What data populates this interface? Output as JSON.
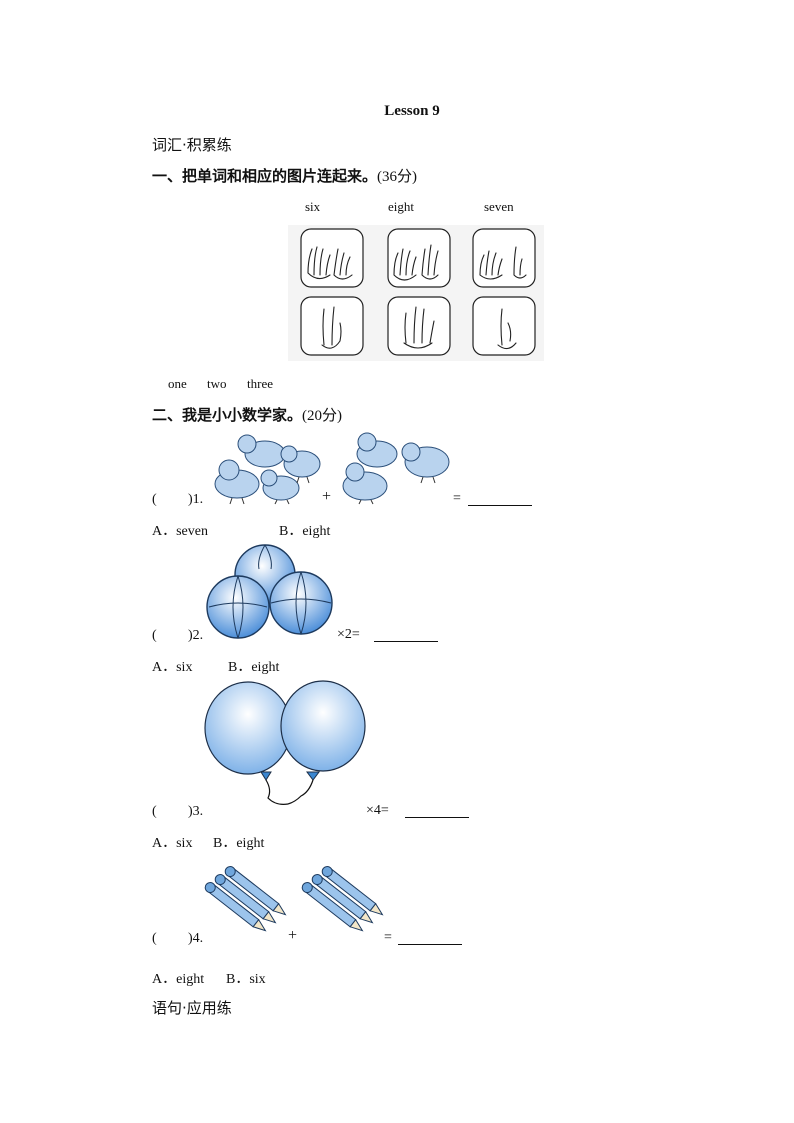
{
  "title": "Lesson 9",
  "section_vocab": "词汇·积累练",
  "part1": {
    "heading": "一、把单词和相应的图片连起来。",
    "points": "(36分)",
    "top_words": [
      "six",
      "eight",
      "seven"
    ],
    "bottom_words": [
      "one",
      "two",
      "three"
    ]
  },
  "part2": {
    "heading": "二、我是小小数学家。",
    "points": "(20分)",
    "questions": [
      {
        "paren": "(",
        "close": ")1.",
        "op": "+",
        "eq": "=",
        "opt_a": "A．seven",
        "opt_b": "B．eight"
      },
      {
        "paren": "(",
        "close": ")2.",
        "eq": "×2=",
        "opt_a": "A．six",
        "opt_b": "B．eight"
      },
      {
        "paren": "(",
        "close": ")3.",
        "eq": "×4=",
        "opt_a": "A．six",
        "opt_b": "B．eight"
      },
      {
        "paren": "(",
        "close": ")4.",
        "op": "+",
        "eq": "=",
        "opt_a": "A．eight",
        "opt_b": "B．six"
      }
    ]
  },
  "section_sentence": "语句·应用练",
  "colors": {
    "accent": "#6fa6dc",
    "accent_dark": "#3a78b8",
    "ink": "#111111"
  }
}
